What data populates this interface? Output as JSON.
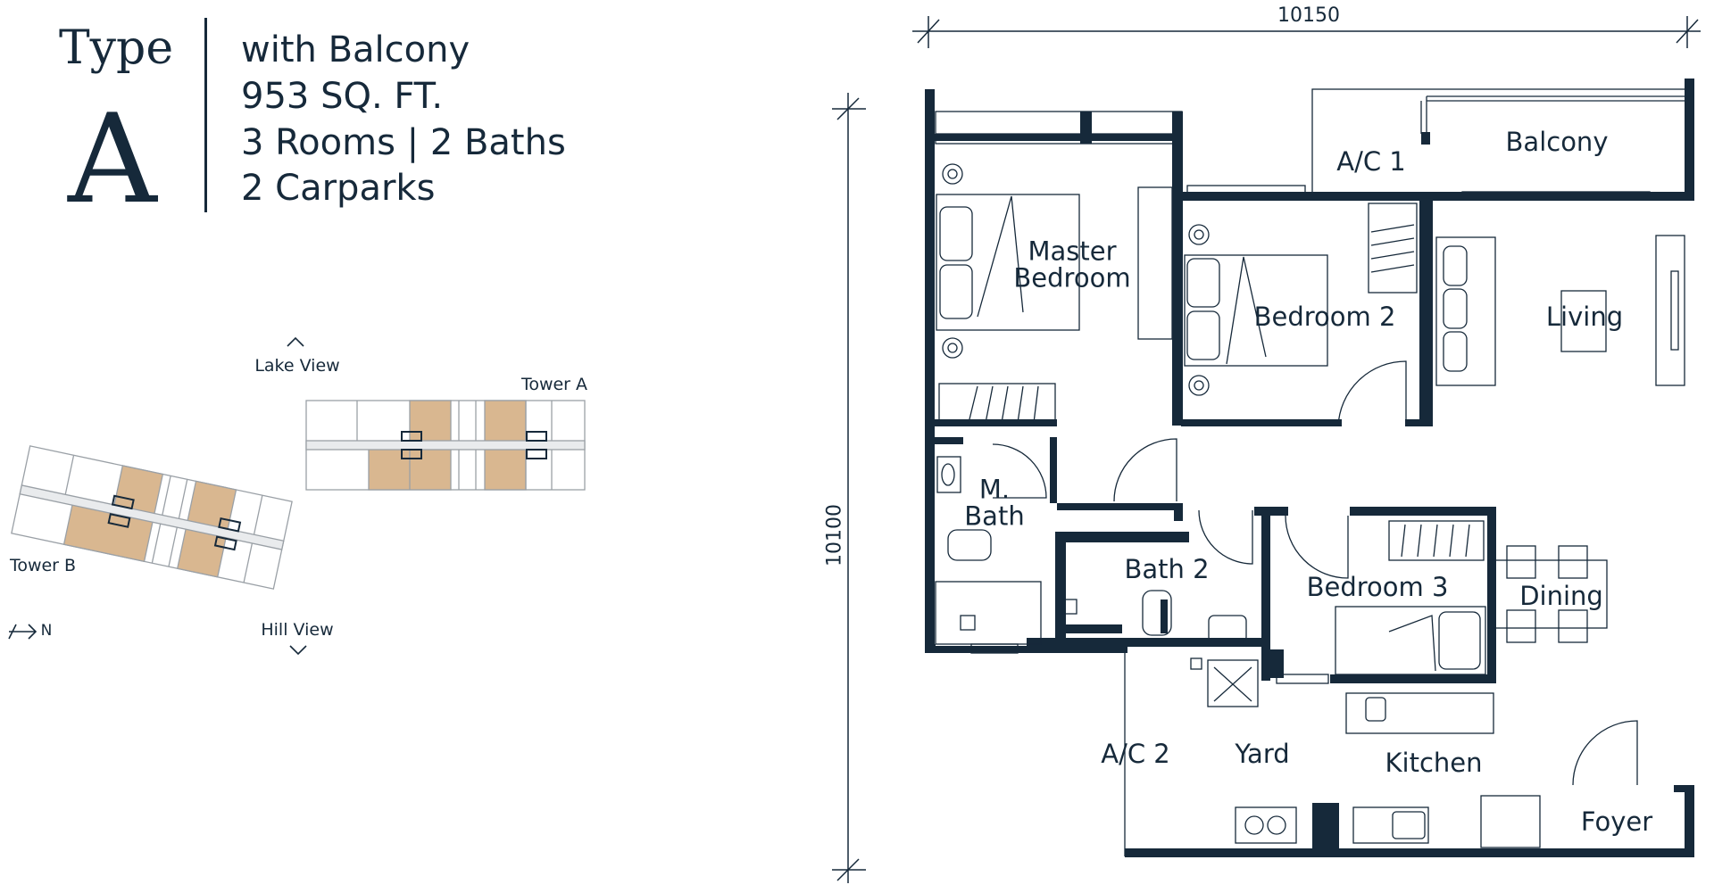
{
  "header": {
    "type_word": "Type",
    "type_letter": "A",
    "specs": [
      "with Balcony",
      "953 SQ. FT.",
      "3 Rooms | 2 Baths",
      "2 Carparks"
    ]
  },
  "key_plan": {
    "lake_view": "Lake View",
    "hill_view": "Hill View",
    "tower_a": "Tower A",
    "tower_b": "Tower B",
    "north": "N"
  },
  "floor_plan": {
    "width_dimension": "10150",
    "height_dimension": "10100",
    "rooms": {
      "master_bedroom": "Master\nBedroom",
      "bedroom_2": "Bedroom 2",
      "bedroom_3": "Bedroom 3",
      "living": "Living",
      "dining": "Dining",
      "balcony": "Balcony",
      "ac_1": "A/C 1",
      "ac_2": "A/C 2",
      "master_bath": "M.\nBath",
      "bath_2": "Bath 2",
      "yard": "Yard",
      "kitchen": "Kitchen",
      "foyer": "Foyer"
    }
  },
  "colors": {
    "ink": "#16293a",
    "highlight_unit": "#d9b790",
    "building_outline": "#9aa0a6"
  }
}
